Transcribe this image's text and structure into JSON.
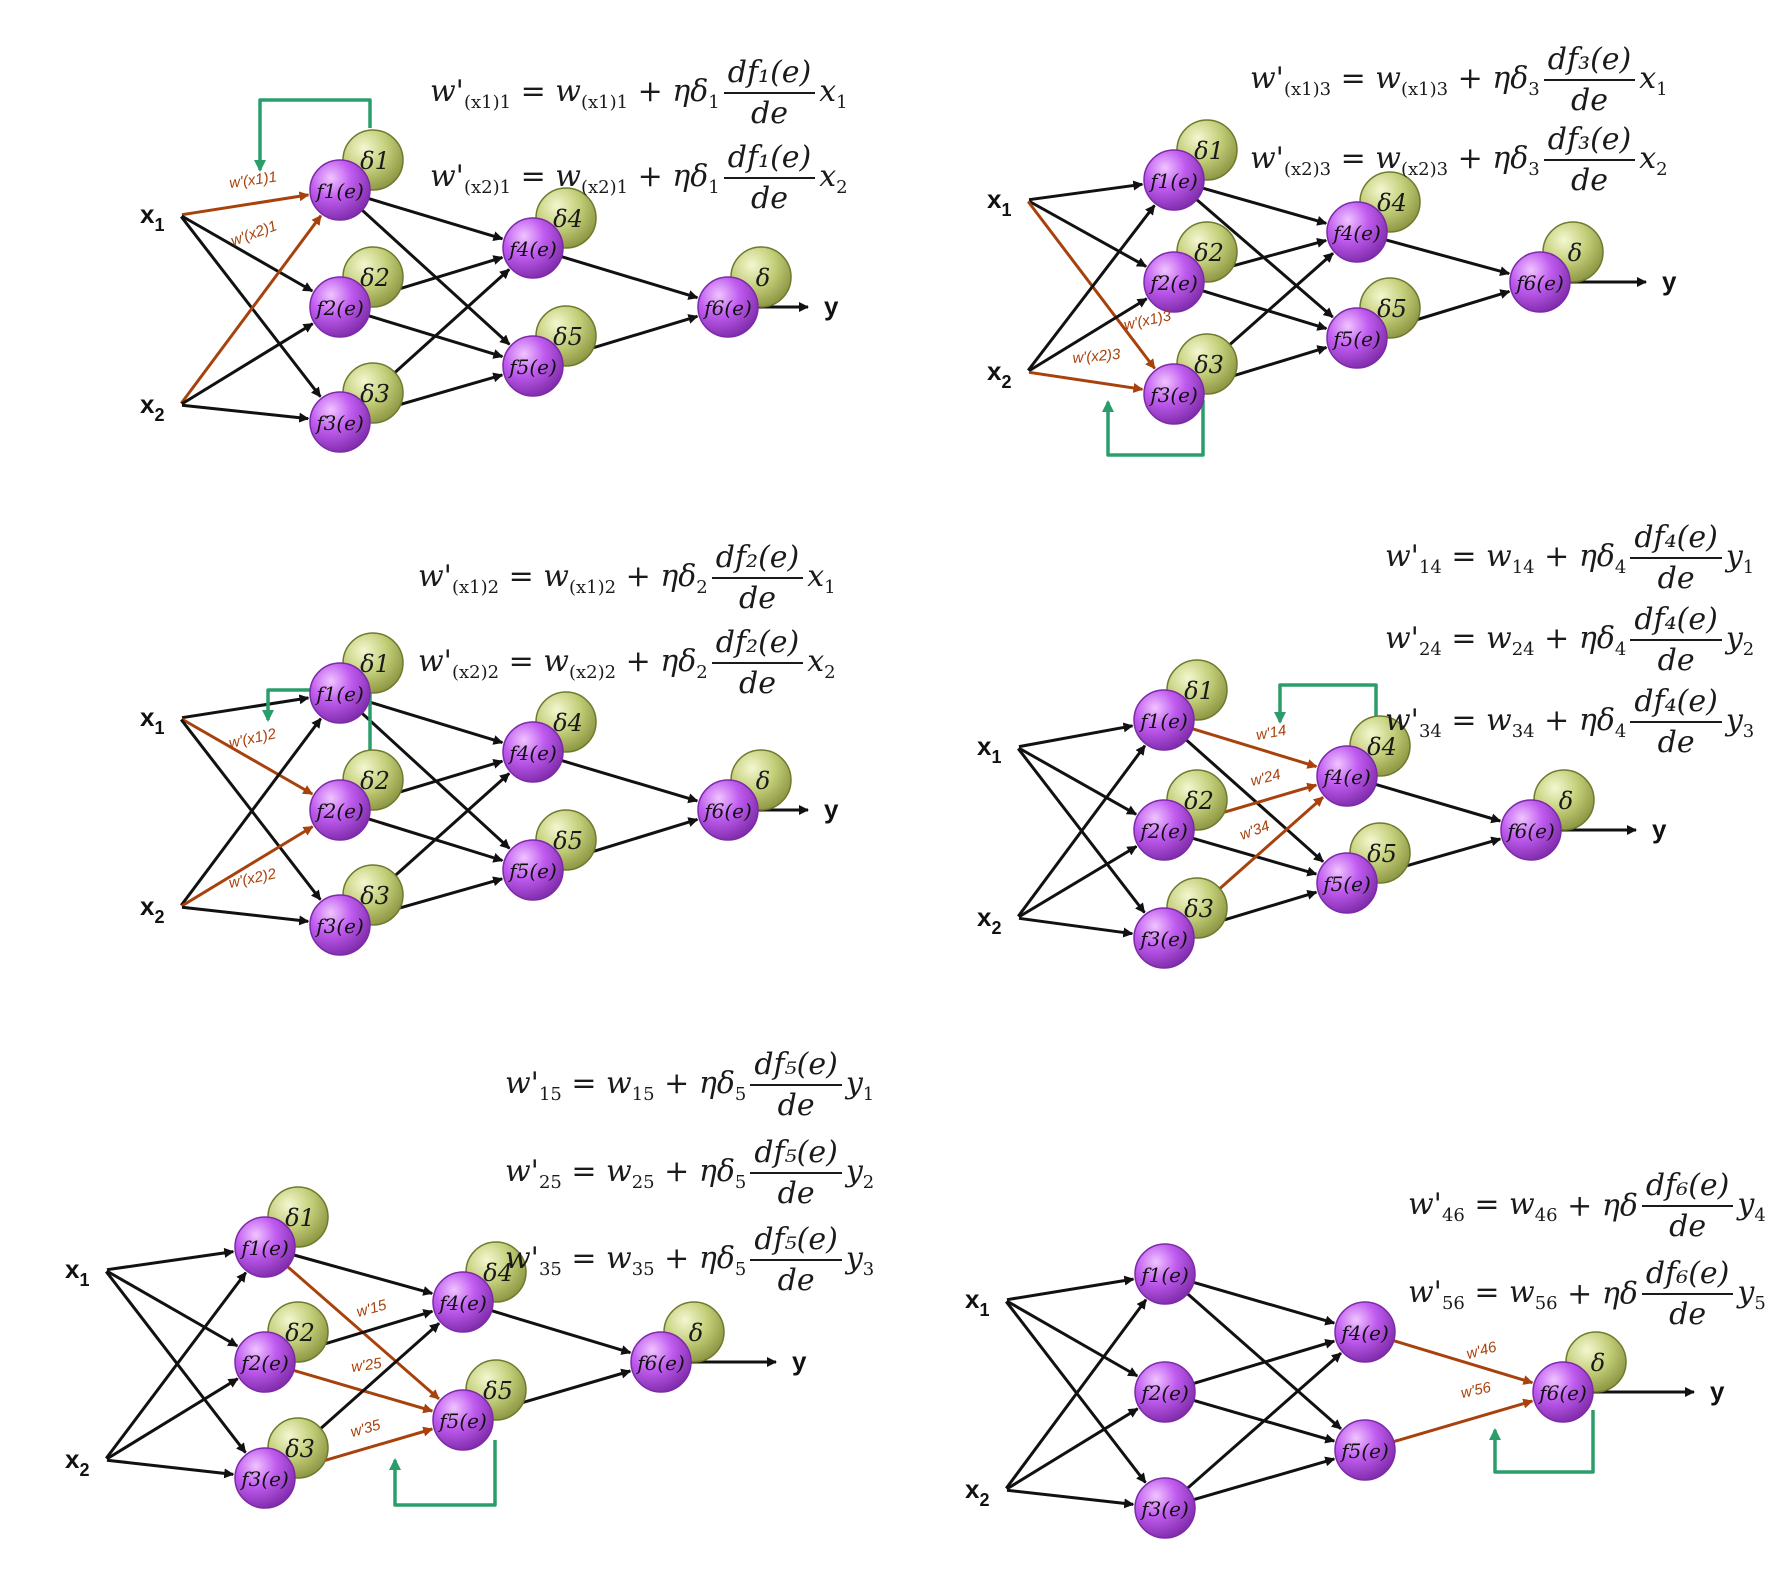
{
  "colors": {
    "neuron": "#b14be6",
    "neuron_dark": "#7d2aa8",
    "delta": "#c4cf7a",
    "delta_dark": "#8b9440",
    "edge": "#111111",
    "highlight": "#a8420c",
    "feedback": "#2a9d6a"
  },
  "labels": {
    "x1": "x",
    "x1_sub": "1",
    "x2": "x",
    "x2_sub": "2",
    "y": "y"
  },
  "neurons": [
    "f1(e)",
    "f2(e)",
    "f3(e)",
    "f4(e)",
    "f5(e)",
    "f6(e)"
  ],
  "deltas": [
    "δ1",
    "δ2",
    "δ3",
    "δ4",
    "δ5",
    "δ"
  ],
  "panels": [
    {
      "id": "p1",
      "weight_labels": [
        "w'(x1)1",
        "w'(x2)1"
      ],
      "equations": [
        {
          "lhs": "w'",
          "lhs_sub": "(x1)1",
          "w_sub": "(x1)1",
          "delta": "δ",
          "delta_sub": "1",
          "num": "df₁(e)",
          "den": "de",
          "tail": "x",
          "tail_sub": "1"
        },
        {
          "lhs": "w'",
          "lhs_sub": "(x2)1",
          "w_sub": "(x2)1",
          "delta": "δ",
          "delta_sub": "1",
          "num": "df₁(e)",
          "den": "de",
          "tail": "x",
          "tail_sub": "2"
        }
      ]
    },
    {
      "id": "p2",
      "weight_labels": [
        "w'(x1)3",
        "w'(x2)3"
      ],
      "equations": [
        {
          "lhs": "w'",
          "lhs_sub": "(x1)3",
          "w_sub": "(x1)3",
          "delta": "δ",
          "delta_sub": "3",
          "num": "df₃(e)",
          "den": "de",
          "tail": "x",
          "tail_sub": "1"
        },
        {
          "lhs": "w'",
          "lhs_sub": "(x2)3",
          "w_sub": "(x2)3",
          "delta": "δ",
          "delta_sub": "3",
          "num": "df₃(e)",
          "den": "de",
          "tail": "x",
          "tail_sub": "2"
        }
      ]
    },
    {
      "id": "p3",
      "weight_labels": [
        "w'(x1)2",
        "w'(x2)2"
      ],
      "equations": [
        {
          "lhs": "w'",
          "lhs_sub": "(x1)2",
          "w_sub": "(x1)2",
          "delta": "δ",
          "delta_sub": "2",
          "num": "df₂(e)",
          "den": "de",
          "tail": "x",
          "tail_sub": "1"
        },
        {
          "lhs": "w'",
          "lhs_sub": "(x2)2",
          "w_sub": "(x2)2",
          "delta": "δ",
          "delta_sub": "2",
          "num": "df₂(e)",
          "den": "de",
          "tail": "x",
          "tail_sub": "2"
        }
      ]
    },
    {
      "id": "p4",
      "weight_labels": [
        "w'14",
        "w'24",
        "w'34"
      ],
      "equations": [
        {
          "lhs": "w'",
          "lhs_sub": "14",
          "w_sub": "14",
          "delta": "δ",
          "delta_sub": "4",
          "num": "df₄(e)",
          "den": "de",
          "tail": "y",
          "tail_sub": "1"
        },
        {
          "lhs": "w'",
          "lhs_sub": "24",
          "w_sub": "24",
          "delta": "δ",
          "delta_sub": "4",
          "num": "df₄(e)",
          "den": "de",
          "tail": "y",
          "tail_sub": "2"
        },
        {
          "lhs": "w'",
          "lhs_sub": "34",
          "w_sub": "34",
          "delta": "δ",
          "delta_sub": "4",
          "num": "df₄(e)",
          "den": "de",
          "tail": "y",
          "tail_sub": "3"
        }
      ]
    },
    {
      "id": "p5",
      "weight_labels": [
        "w'15",
        "w'25",
        "w'35"
      ],
      "equations": [
        {
          "lhs": "w'",
          "lhs_sub": "15",
          "w_sub": "15",
          "delta": "δ",
          "delta_sub": "5",
          "num": "df₅(e)",
          "den": "de",
          "tail": "y",
          "tail_sub": "1"
        },
        {
          "lhs": "w'",
          "lhs_sub": "25",
          "w_sub": "25",
          "delta": "δ",
          "delta_sub": "5",
          "num": "df₅(e)",
          "den": "de",
          "tail": "y",
          "tail_sub": "2"
        },
        {
          "lhs": "w'",
          "lhs_sub": "35",
          "w_sub": "35",
          "delta": "δ",
          "delta_sub": "5",
          "num": "df₅(e)",
          "den": "de",
          "tail": "y",
          "tail_sub": "3"
        }
      ]
    },
    {
      "id": "p6",
      "weight_labels": [
        "w'46",
        "w'56"
      ],
      "equations": [
        {
          "lhs": "w'",
          "lhs_sub": "46",
          "w_sub": "46",
          "delta": "δ",
          "delta_sub": "",
          "num": "df₆(e)",
          "den": "de",
          "tail": "y",
          "tail_sub": "4"
        },
        {
          "lhs": "w'",
          "lhs_sub": "56",
          "w_sub": "56",
          "delta": "δ",
          "delta_sub": "",
          "num": "df₆(e)",
          "den": "de",
          "tail": "y",
          "tail_sub": "5"
        }
      ]
    }
  ]
}
